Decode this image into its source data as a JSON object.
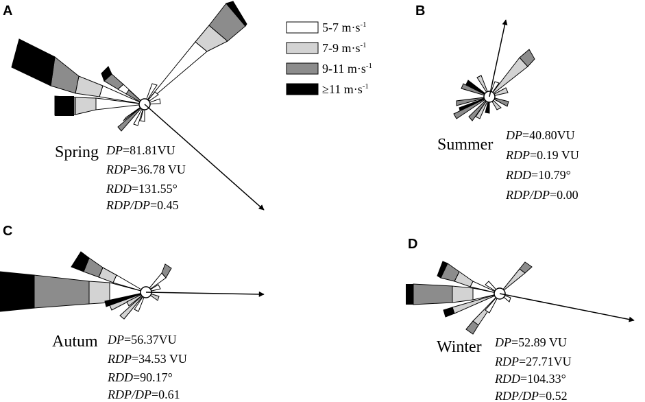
{
  "legend": {
    "items": [
      {
        "base": "5-7 m·s",
        "sup": "-1",
        "color": "#ffffff"
      },
      {
        "base": "7-9 m·s",
        "sup": "-1",
        "color": "#d3d3d3"
      },
      {
        "base": "9-11 m·s",
        "sup": "-1",
        "color": "#8c8c8c"
      },
      {
        "base": "≥11 m·s",
        "sup": "-1",
        "color": "#000000"
      }
    ]
  },
  "panels": [
    {
      "letter": "A",
      "season": "Spring",
      "stats": [
        {
          "key": "DP",
          "value": "=81.81VU"
        },
        {
          "key": "RDP",
          "value": "=36.78 VU"
        },
        {
          "key": "RDD",
          "value": "=131.55°"
        },
        {
          "key": "RDP/DP",
          "value": "=0.45"
        }
      ],
      "rdd_deg": 131.55
    },
    {
      "letter": "B",
      "season": "Summer",
      "stats": [
        {
          "key": "DP",
          "value": "=40.80VU"
        },
        {
          "key": "RDP",
          "value": "=0.19 VU"
        },
        {
          "key": "RDD",
          "value": "=10.79°"
        },
        {
          "key": "RDP/DP",
          "value": "=0.00"
        }
      ],
      "rdd_deg": 10.79
    },
    {
      "letter": "C",
      "season": "Autum",
      "stats": [
        {
          "key": "DP",
          "value": "=56.37VU"
        },
        {
          "key": "RDP",
          "value": "=34.53 VU"
        },
        {
          "key": "RDD",
          "value": "=90.17°"
        },
        {
          "key": "RDP/DP",
          "value": "=0.61"
        }
      ],
      "rdd_deg": 90.17
    },
    {
      "letter": "D",
      "season": "Winter",
      "stats": [
        {
          "key": "DP",
          "value": "=52.89 VU"
        },
        {
          "key": "RDP",
          "value": "=27.71VU"
        },
        {
          "key": "RDD",
          "value": "=104.33°"
        },
        {
          "key": "RDP/DP",
          "value": "=0.52"
        }
      ],
      "rdd_deg": 104.33
    }
  ]
}
